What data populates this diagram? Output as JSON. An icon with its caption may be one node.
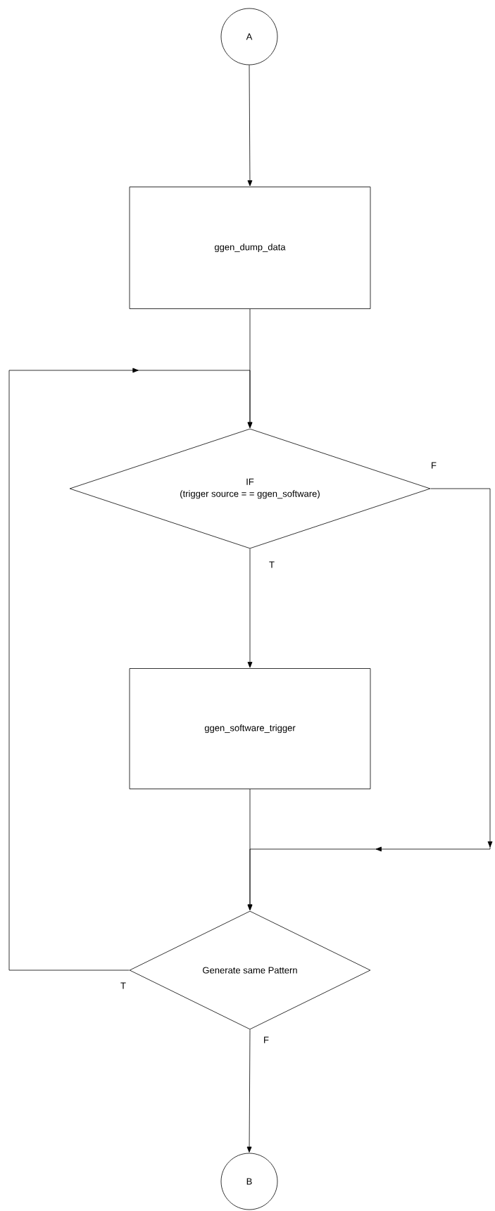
{
  "diagram": {
    "nodes": [
      {
        "text": [
          "A"
        ]
      },
      {
        "text": [
          "ggen_dump_data"
        ]
      },
      {
        "text": [
          "IF",
          "(trigger source = = ggen_software)"
        ]
      },
      {
        "text": [
          "ggen_software_trigger"
        ]
      },
      {
        "text": [
          "Generate same Pattern"
        ]
      },
      {
        "text": [
          "B"
        ]
      }
    ],
    "edges": [
      {
        "from": 0,
        "to": 1,
        "arrow": "to"
      },
      {
        "from": 1,
        "to": 2,
        "arrow": "to"
      },
      {
        "from": 4,
        "to": 2,
        "arrow": "to",
        "label": "T"
      },
      {
        "from": 2,
        "to": 3,
        "arrow": "to",
        "label": "T"
      },
      {
        "from": 2,
        "to": 4,
        "arrow": "to",
        "label": "F"
      },
      {
        "from": 3,
        "to": 4,
        "arrow": "to"
      },
      {
        "from": 4,
        "to": 5,
        "arrow": "to",
        "label": "F"
      }
    ]
  }
}
